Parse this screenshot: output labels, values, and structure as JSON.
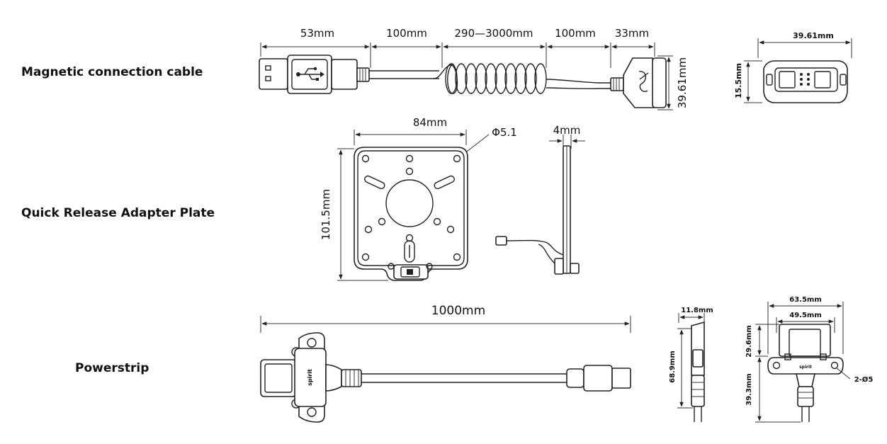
{
  "rows": [
    {
      "label": "Magnetic connection cable"
    },
    {
      "label": "Quick Release Adapter Plate"
    },
    {
      "label": "Powerstrip"
    }
  ],
  "cable": {
    "dims": [
      "53mm",
      "100mm",
      "290—3000mm",
      "100mm",
      "33mm"
    ],
    "height": "39.61mm",
    "side_width": "39.61mm",
    "side_height": "15.5mm"
  },
  "plate": {
    "width": "84mm",
    "height": "101.5mm",
    "hole": "Φ5.1",
    "thickness": "4mm"
  },
  "powerstrip": {
    "length": "1000mm",
    "side_width": "11.8mm",
    "side_height": "68.9mm",
    "front_width_outer": "63.5mm",
    "front_width_inner": "49.5mm",
    "front_upper": "29.6mm",
    "front_lower": "39.3mm",
    "holes": "2-Ø5"
  }
}
